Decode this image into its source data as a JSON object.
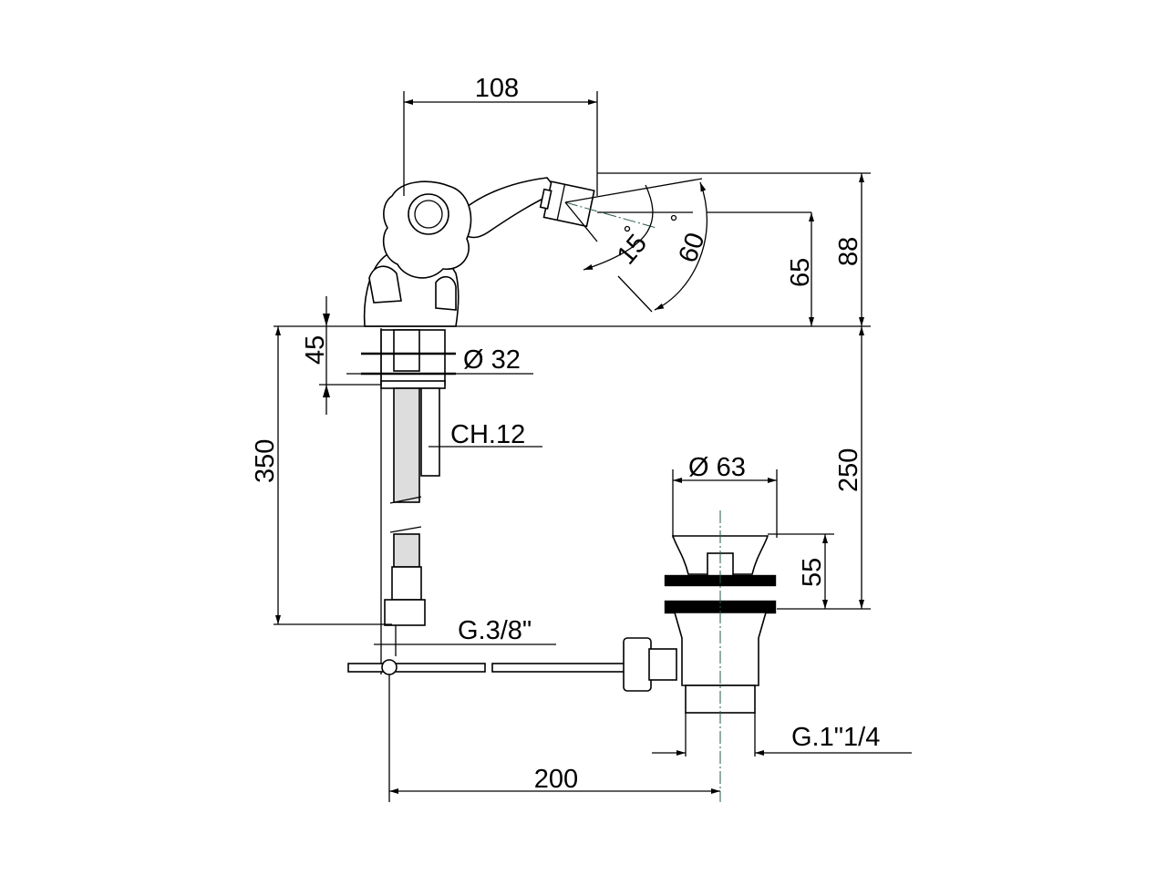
{
  "drawing": {
    "title": "Bidet mixer technical drawing",
    "dimensions": {
      "spout_reach": "108",
      "total_height": "88",
      "spout_height": "65",
      "angle_small": "15",
      "angle_large": "60",
      "base_height": "45",
      "base_diameter": "Ø 32",
      "wrench_size": "CH.12",
      "hose_length": "350",
      "drain_height": "250",
      "drain_diameter": "Ø 63",
      "drain_plug_height": "55",
      "inlet_thread": "G.3/8\"",
      "outlet_thread": "G.1\"1/4",
      "rod_length": "200"
    },
    "degree_symbol": "°"
  }
}
